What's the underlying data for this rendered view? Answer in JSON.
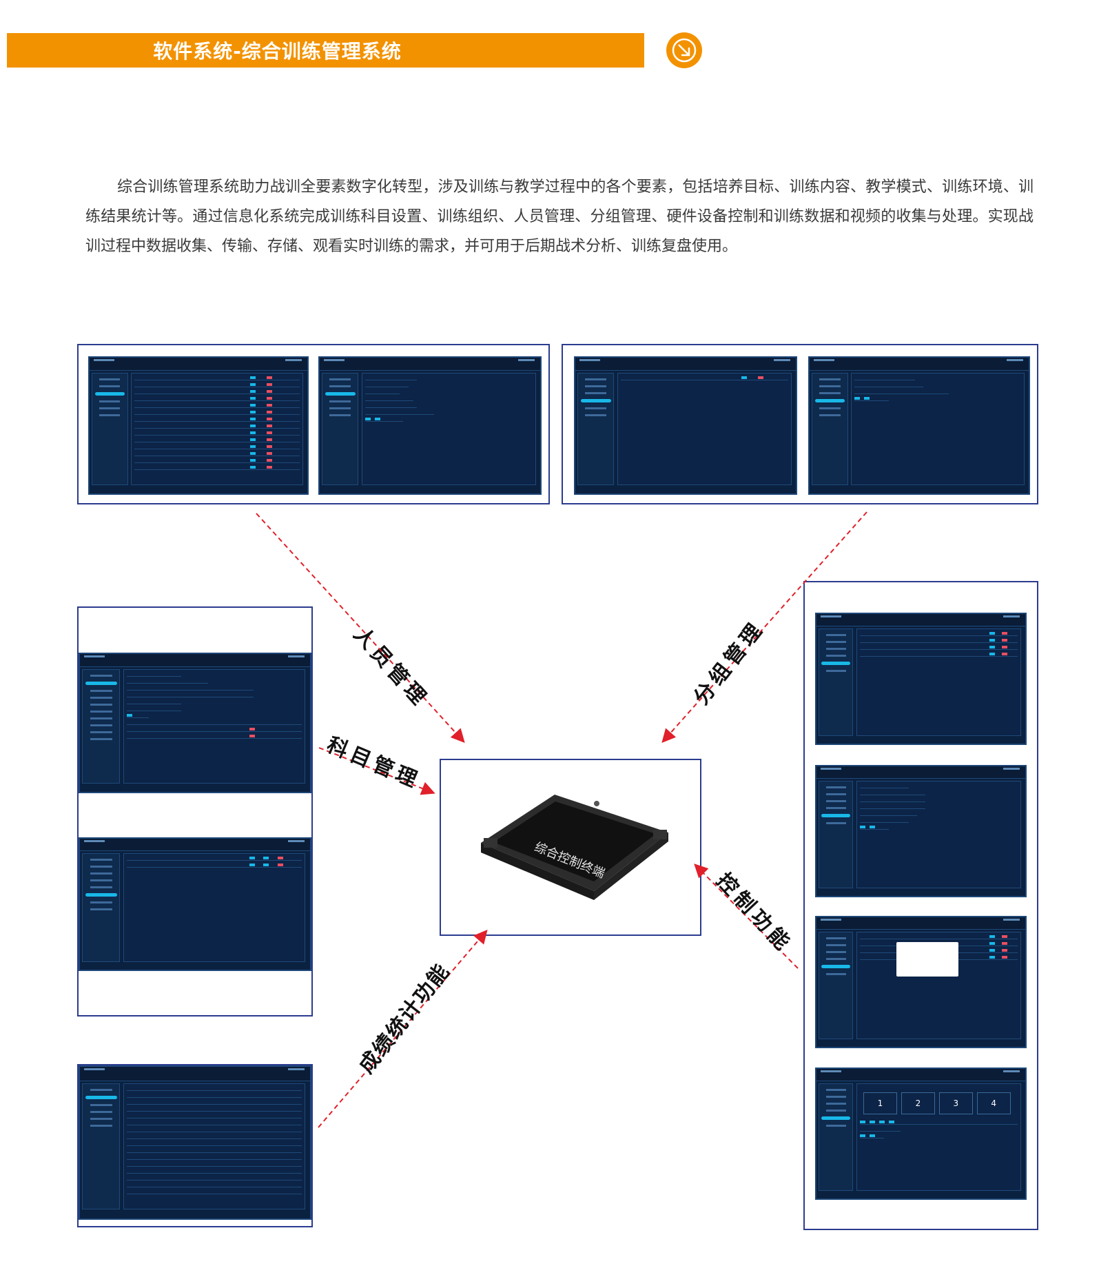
{
  "header": {
    "title": "软件系统-综合训练管理系统",
    "accent_color": "#f39200",
    "arrow_icon": "arrow-down-right-icon"
  },
  "intro": {
    "text": "综合训练管理系统助力战训全要素数字化转型，涉及训练与教学过程中的各个要素，包括培养目标、训练内容、教学模式、训练环境、训练结果统计等。通过信息化系统完成训练科目设置、训练组织、人员管理、分组管理、硬件设备控制和训练数据和视频的收集与处理。实现战训过程中数据收集、传输、存储、观看实时训练的需求，并可用于后期战术分析、训练复盘使用。"
  },
  "center": {
    "device_label": "综合控制终端",
    "image": "tablet-terminal"
  },
  "features": {
    "personnel": "人员管理",
    "grouping": "分组管理",
    "subjects": "科目管理",
    "control": "控制功能",
    "scores": "成绩统计功能"
  },
  "colors": {
    "frame_border": "#2b3b8f",
    "arrow_dash": "#e0202a",
    "screen_bg": "#0b2140",
    "screen_accent": "#18b8e8"
  }
}
